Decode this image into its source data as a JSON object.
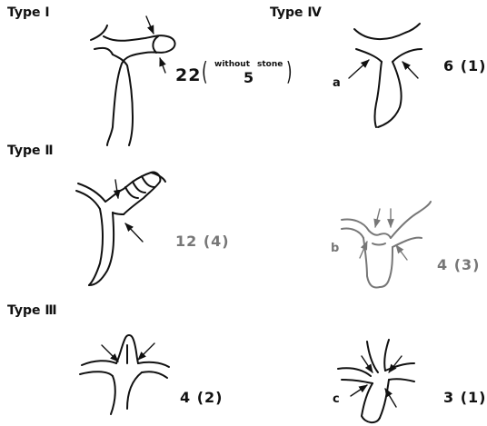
{
  "types": [
    {
      "title": "Type Ⅰ",
      "count_main": "22",
      "count_paren_open": "(",
      "without_label": "without",
      "stone_label": "stone",
      "count_sub": "5",
      "count_paren_close": ")"
    },
    {
      "title": "Type Ⅱ",
      "count": "12 (4)"
    },
    {
      "title": "Type Ⅲ",
      "count": "4 (2)"
    },
    {
      "title": "Type Ⅳ",
      "variants": [
        {
          "letter": "a",
          "count": "6 (1)"
        },
        {
          "letter": "b",
          "count": "4 (3)"
        },
        {
          "letter": "c",
          "count": "3 (1)"
        }
      ]
    }
  ],
  "colors": {
    "ink": "#111111",
    "faded": "#777777"
  }
}
